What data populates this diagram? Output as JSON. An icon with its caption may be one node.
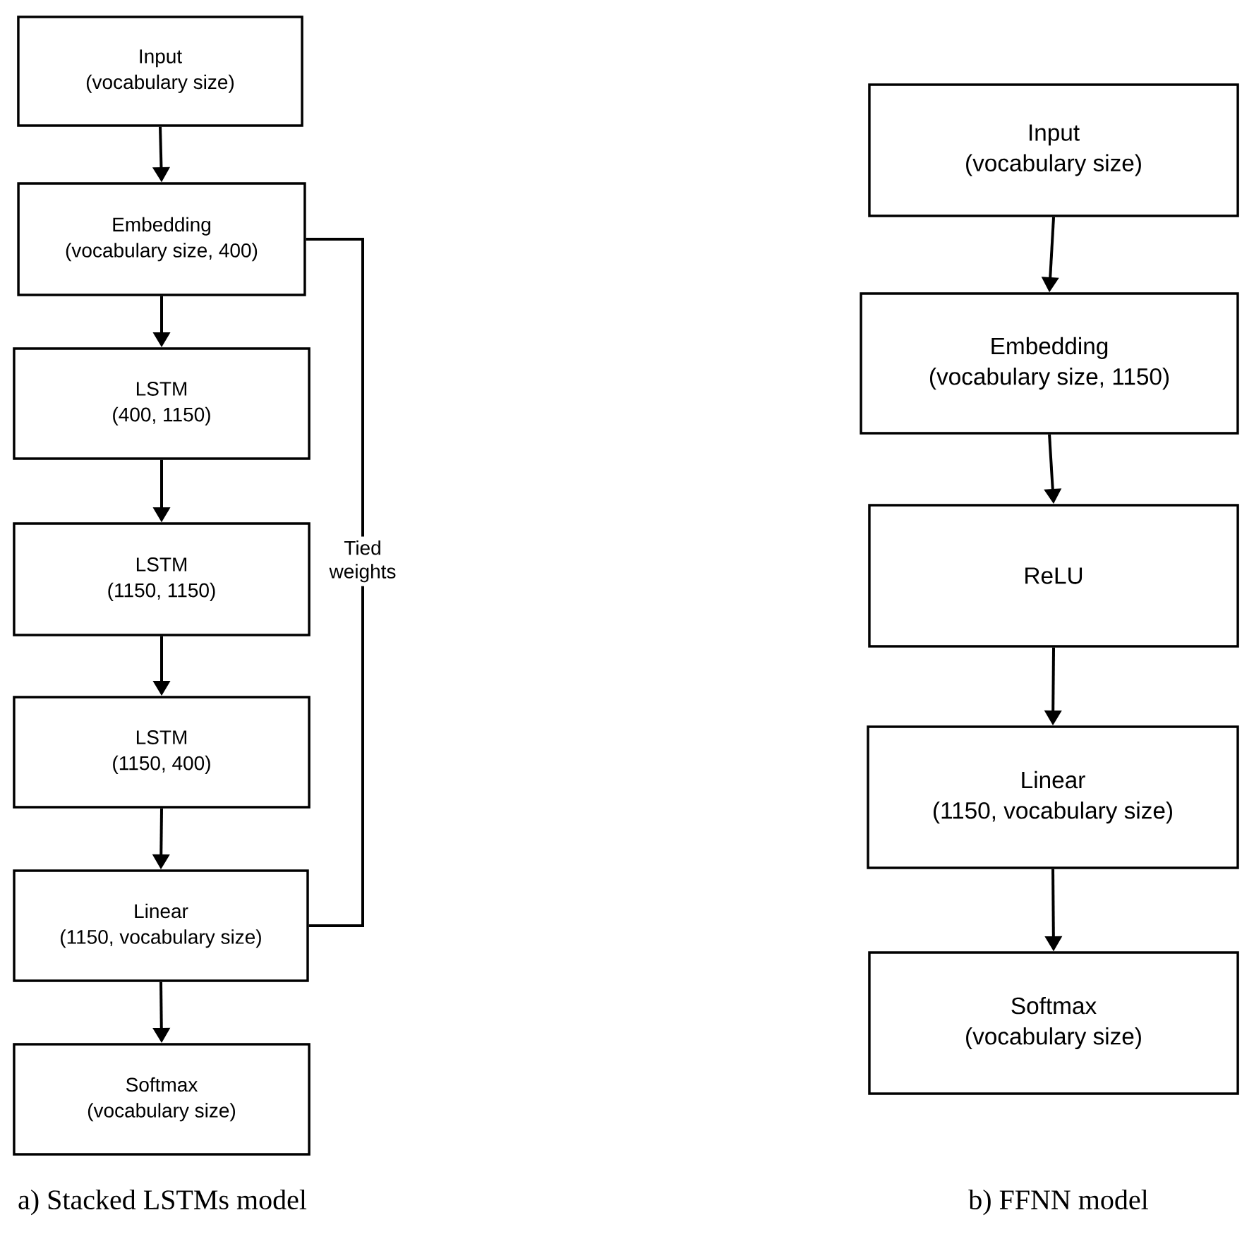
{
  "diagram": {
    "nodes": [
      {
        "text": [
          "Input",
          "(vocabulary size)"
        ]
      },
      {
        "text": [
          "Embedding",
          "(vocabulary size, 400)"
        ]
      },
      {
        "text": [
          "LSTM",
          "(400, 1150)"
        ]
      },
      {
        "text": [
          "LSTM",
          "(1150, 1150)"
        ]
      },
      {
        "text": [
          "LSTM",
          "(1150, 400)"
        ]
      },
      {
        "text": [
          "Linear",
          "(1150, vocabulary size)"
        ]
      },
      {
        "text": [
          "Softmax",
          "(vocabulary size)"
        ]
      },
      {
        "text": [
          "Input",
          "(vocabulary size)"
        ]
      },
      {
        "text": [
          "Embedding",
          "(vocabulary size, 1150)"
        ]
      },
      {
        "text": [
          "ReLU"
        ]
      },
      {
        "text": [
          "Linear",
          "(1150, vocabulary size)"
        ]
      },
      {
        "text": [
          "Softmax",
          "(vocabulary size)"
        ]
      }
    ],
    "edges": [
      {
        "from": 0,
        "to": 1,
        "arrow": "to"
      },
      {
        "from": 1,
        "to": 2,
        "arrow": "to"
      },
      {
        "from": 2,
        "to": 3,
        "arrow": "to"
      },
      {
        "from": 3,
        "to": 4,
        "arrow": "to"
      },
      {
        "from": 4,
        "to": 5,
        "arrow": "to"
      },
      {
        "from": 5,
        "to": 6,
        "arrow": "to"
      },
      {
        "from": 1,
        "to": 5,
        "arrow": "none",
        "label": "Tied weights"
      },
      {
        "from": 7,
        "to": 8,
        "arrow": "to"
      },
      {
        "from": 8,
        "to": 9,
        "arrow": "to"
      },
      {
        "from": 9,
        "to": 10,
        "arrow": "to"
      },
      {
        "from": 10,
        "to": 11,
        "arrow": "to"
      }
    ],
    "labels": [
      "a) Stacked LSTMs model",
      "b) FFNN model"
    ]
  }
}
